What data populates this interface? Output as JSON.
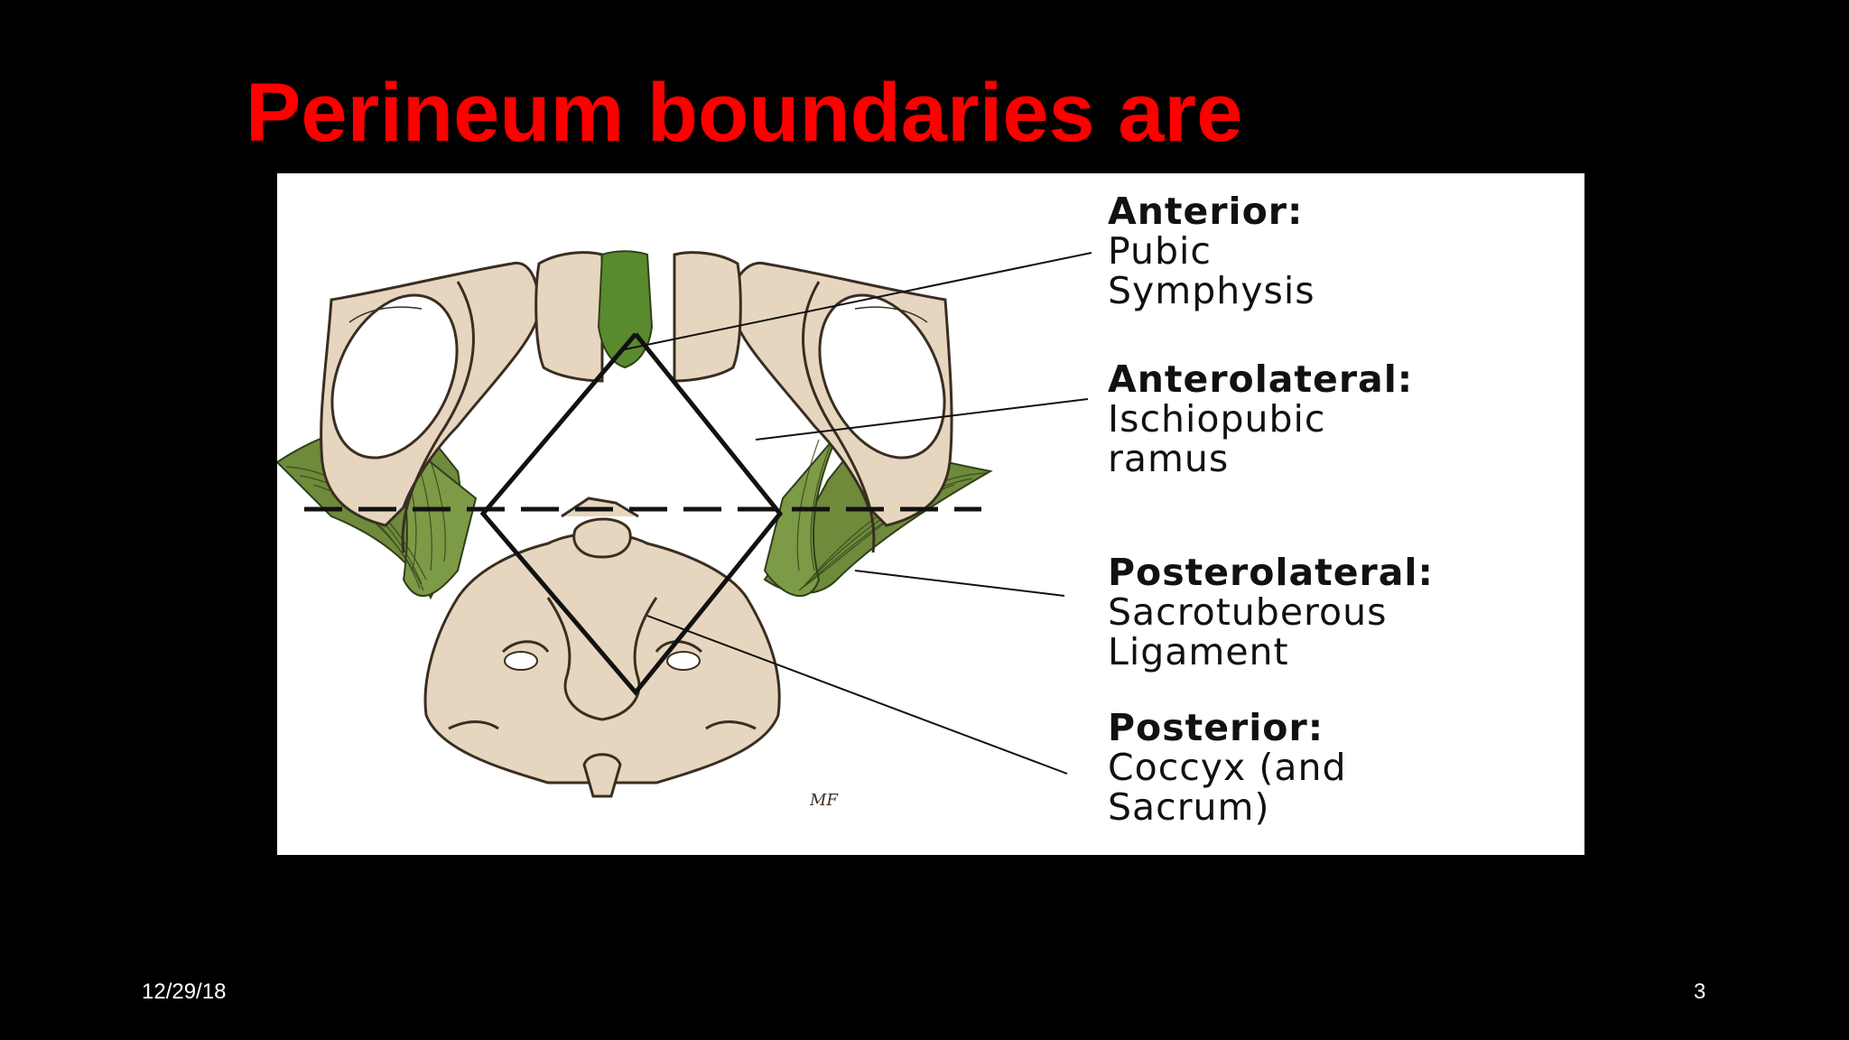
{
  "slide": {
    "title": "Perineum boundaries are",
    "date": "12/29/18",
    "page_number": "3"
  },
  "figure": {
    "labels": [
      {
        "heading": "Anterior:",
        "line1": "Pubic",
        "line2": "Symphysis"
      },
      {
        "heading": "Anterolateral:",
        "line1": "Ischiopubic",
        "line2": "ramus"
      },
      {
        "heading": "Posterolateral:",
        "line1": "Sacrotuberous",
        "line2": "Ligament"
      },
      {
        "heading": "Posterior:",
        "line1": "Coccyx (and",
        "line2": "Sacrum)"
      }
    ],
    "signature": "MF"
  },
  "colors": {
    "background": "#000000",
    "title": "#ff0000",
    "bone": "#e7d6bf",
    "ligament": "#6f8a3a",
    "symphysis": "#5a8a2e",
    "footer_text": "#ffffff"
  }
}
